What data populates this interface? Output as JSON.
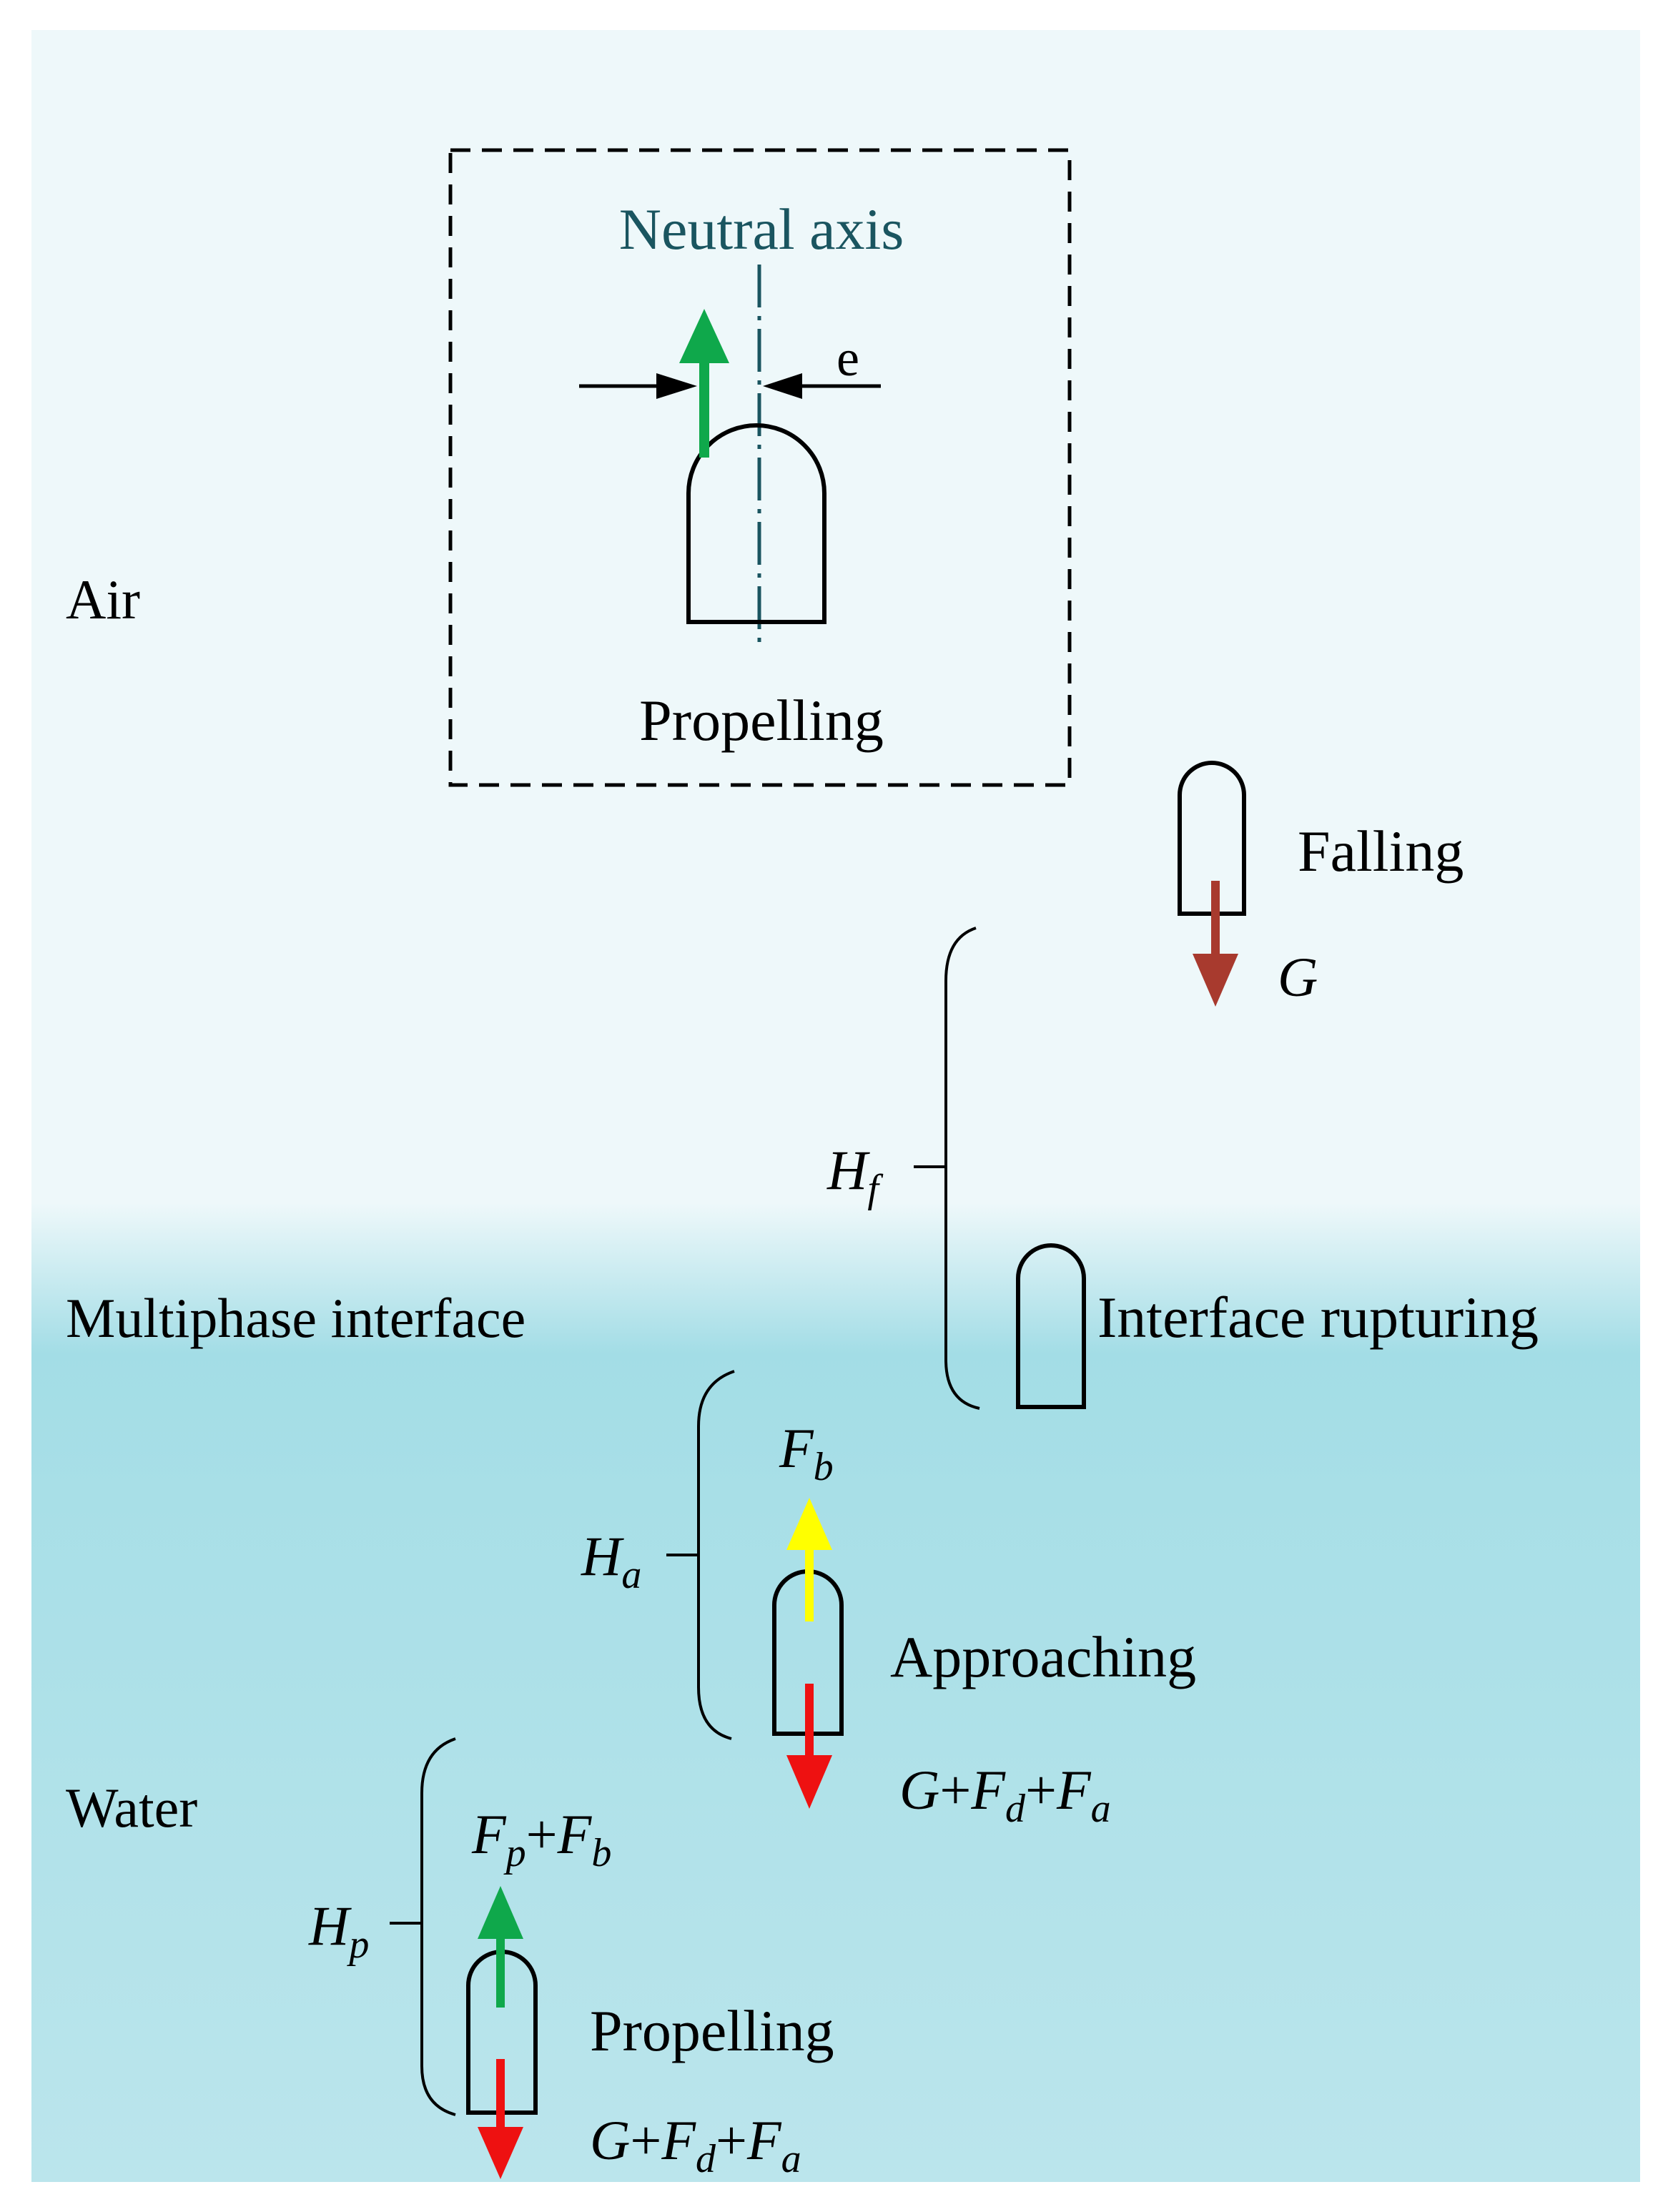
{
  "regions": {
    "air_label": "Air",
    "interface_label": "Multiphase interface",
    "water_label": "Water"
  },
  "inset": {
    "axis_label": "Neutral axis",
    "eccentricity_label": "e",
    "stage_label": "Propelling"
  },
  "stages": {
    "falling": {
      "label": "Falling",
      "force": "G"
    },
    "rupturing": {
      "label": "Interface rupturing"
    },
    "approaching": {
      "label": "Approaching",
      "force_up": {
        "base": "F",
        "sub": "b"
      },
      "force_down": {
        "g": "G",
        "plus1": "+",
        "f1": "F",
        "s1": "d",
        "plus2": "+",
        "f2": "F",
        "s2": "a"
      }
    },
    "propelling": {
      "label": "Propelling",
      "force_up": {
        "f1": "F",
        "s1": "p",
        "plus": "+",
        "f2": "F",
        "s2": "b"
      },
      "force_down": {
        "g": "G",
        "plus1": "+",
        "f1": "F",
        "s1": "d",
        "plus2": "+",
        "f2": "F",
        "s2": "a"
      }
    }
  },
  "heights": {
    "hf": {
      "base": "H",
      "sub": "f"
    },
    "ha": {
      "base": "H",
      "sub": "a"
    },
    "hp": {
      "base": "H",
      "sub": "p"
    }
  },
  "colors": {
    "air": "#eef8fa",
    "interface": "#a6dfe7",
    "water": "#b7e4eb",
    "axis": "#1a5560",
    "arrow_green": "#0fa84b",
    "arrow_yellow": "#ffff00",
    "arrow_red": "#ee1111",
    "arrow_brown": "#a83a2e",
    "stroke": "#000000"
  }
}
